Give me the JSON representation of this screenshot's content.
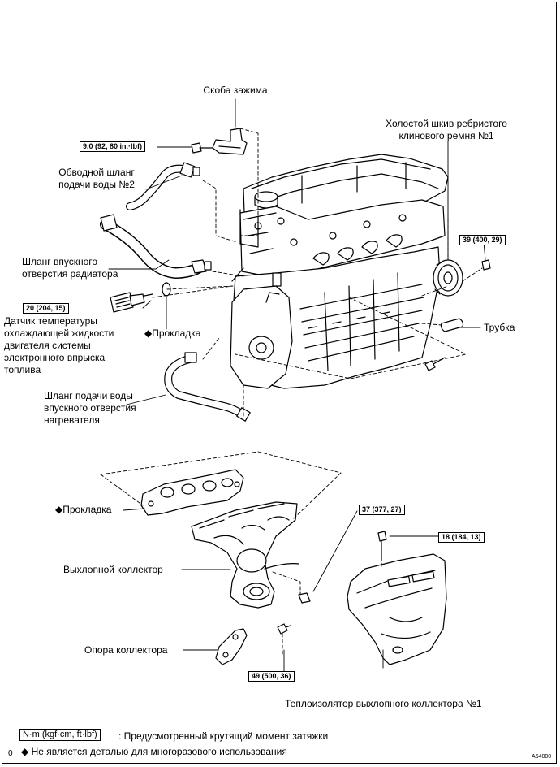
{
  "labels": {
    "clamp_bracket": "Скоба зажима",
    "bypass_hose": "Обводной шланг\nподачи воды №2",
    "radiator_inlet_hose": "Шланг впускного\nотверстия радиатора",
    "coolant_sensor": "Датчик температуры\nохлаждающей жидкости\nдвигателя системы\nэлектронного впрыска\nтоплива",
    "gasket_1": "Прокладка",
    "idler_pulley": "Холостой шкив ребристого\nклинового ремня №1",
    "tube": "Трубка",
    "heater_inlet_hose": "Шланг подачи воды\nвпускного отверстия\nнагревателя",
    "gasket_2": "Прокладка",
    "exhaust_manifold": "Выхлопной коллектор",
    "manifold_stay": "Опора коллектора",
    "heat_insulator": "Теплоизолятор выхлопного коллектора №1"
  },
  "torques": {
    "t1": "9.0 (92, 80 in.·lbf)",
    "t2": "39 (400, 29)",
    "t3": "20 (204, 15)",
    "t4": "37 (377, 27)",
    "t5": "18 (184, 13)",
    "t6": "49 (500, 36)"
  },
  "legend": {
    "unit_box": "N·m (kgf·cm, ft·lbf)",
    "unit_text": ": Предусмотренный крутящий момент затяжки",
    "non_reusable_text": "Не является деталью для многоразового использования"
  },
  "marker_symbol": "◆",
  "figure_id": "A64000",
  "corner_mark": "0"
}
